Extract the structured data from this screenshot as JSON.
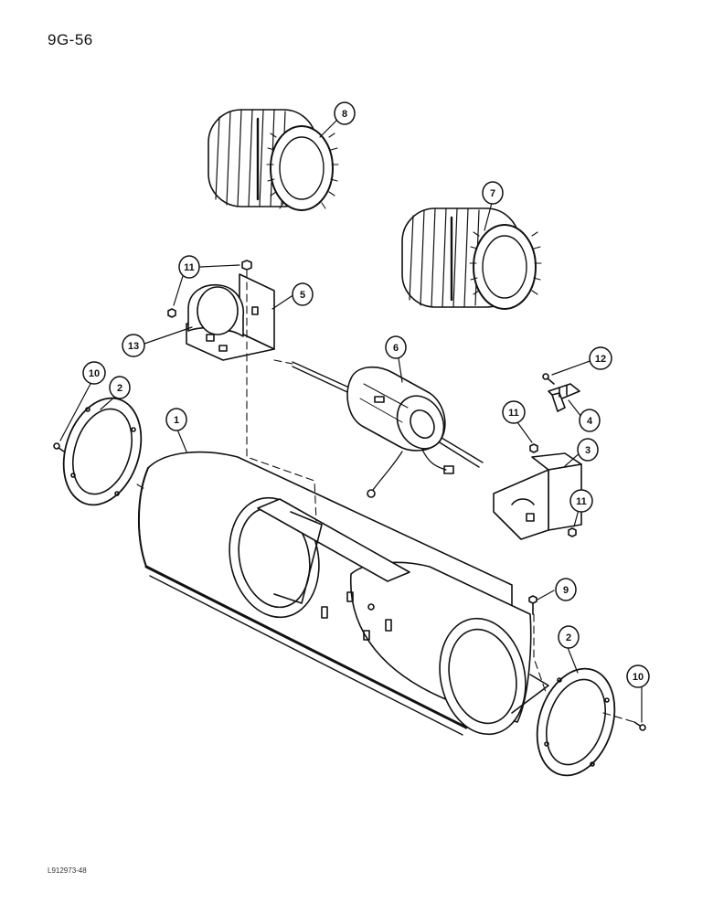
{
  "page": {
    "page_code": "9G-56",
    "figure_code": "L912973-48"
  },
  "callouts": [
    "8",
    "7",
    "11",
    "5",
    "13",
    "6",
    "12",
    "10",
    "2",
    "1",
    "11",
    "4",
    "3",
    "11",
    "9",
    "2",
    "10"
  ]
}
